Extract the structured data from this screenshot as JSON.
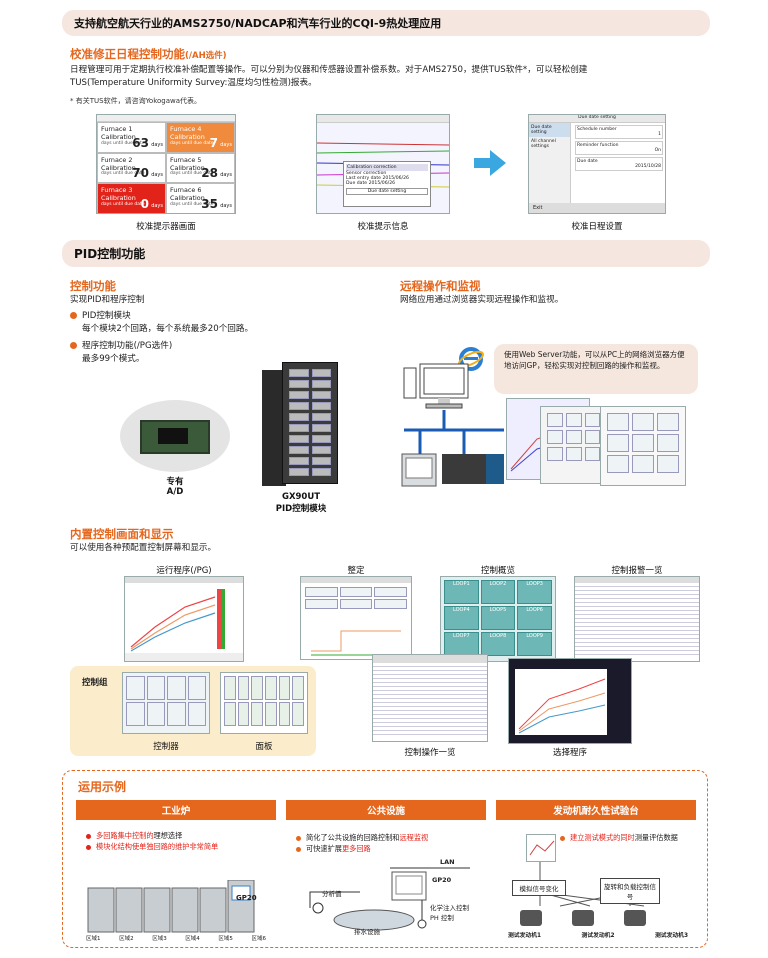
{
  "header_bar": "支持航空航天行业的AMS2750/NADCAP和汽车行业的CQI-9热处理应用",
  "calibration": {
    "title": "校准修正日程控制功能",
    "title_suffix": "(/AH选件)",
    "desc1": "日程管理可用于定期执行校准补偿配置等操作。可以分别为仪器和传感器设置补偿系数。对于AMS2750，提供TUS软件*，可以轻松创建",
    "desc2": "TUS(Temperature Uniformity Survey:温度均匀性检测)报表。",
    "footnote": "* 有关TUS软件，请咨询Yokogawa代表。",
    "cells": [
      {
        "label": "Furnace 1 Calibration",
        "value": "63",
        "sub": "days until due date",
        "unit": "days"
      },
      {
        "label": "Furnace 4 Calibration",
        "value": "7",
        "sub": "days until due date",
        "unit": "days"
      },
      {
        "label": "Furnace 2 Calibration",
        "value": "70",
        "sub": "days until due date",
        "unit": "days"
      },
      {
        "label": "Furnace 5 Calibration",
        "value": "28",
        "sub": "days until due date",
        "unit": "days"
      },
      {
        "label": "Furnace 3 Calibration",
        "value": "0",
        "sub": "days until due date",
        "unit": "days"
      },
      {
        "label": "Furnace 6 Calibration",
        "value": "35",
        "sub": "days until due date",
        "unit": "days"
      }
    ],
    "dialog": {
      "title": "Calibration correction",
      "row1": "Sensor correction",
      "row2_label": "Last entry date",
      "row2_value": "2015/06/26",
      "row3_label": "Due date",
      "row3_value": "2015/06/26",
      "button": "Due date setting"
    },
    "settings": {
      "title": "Due date setting",
      "menu1": "Due date setting",
      "menu2": "All channel settings",
      "f1": "Schedule number",
      "f1v": "1",
      "f2": "Reminder function",
      "f2v": "On",
      "f3": "Due date",
      "f3v": "2015/10/28",
      "exit": "Exit"
    },
    "caption1": "校准提示器画面",
    "caption2": "校准提示信息",
    "caption3": "校准日程设置"
  },
  "pid_bar": "PID控制功能",
  "control": {
    "title": "控制功能",
    "desc": "实现PID和程序控制",
    "b1": "PID控制模块",
    "b1d": "每个模块2个回路，每个系统最多20个回路。",
    "b2": "程序控制功能(/PG选件)",
    "b2d": "最多99个模式。",
    "ad_label1": "专有",
    "ad_label2": "A/D",
    "module_label1": "GX90UT",
    "module_label2": "PID控制模块"
  },
  "remote": {
    "title": "远程操作和监视",
    "desc": "网络应用通过浏览器实现远程操作和监视。",
    "bubble": "使用Web Server功能，可以从PC上的网络浏览器方便地访问GP，轻松实现对控制回路的操作和监视。"
  },
  "builtin": {
    "title": "内置控制画面和显示",
    "desc": "可以使用各种预配置控制屏幕和显示。",
    "s1": "运行程序(/PG)",
    "s2": "整定",
    "s3": "控制概览",
    "s4": "控制报警一览",
    "group": "控制组",
    "s5": "控制器",
    "s6": "面板",
    "s7": "控制操作一览",
    "s8": "选择程序",
    "loops": [
      "LOOP1",
      "LOOP2",
      "LOOP3",
      "LOOP4",
      "LOOP5",
      "LOOP6",
      "LOOP7",
      "LOOP8",
      "LOOP9"
    ]
  },
  "examples": {
    "title": "运用示例",
    "tabs": [
      "工业炉",
      "公共设施",
      "发动机耐久性试验台"
    ],
    "c1": [
      {
        "pre": "多回路集中控制的",
        "hl": "",
        "post": "理想选择",
        "pre_red": true
      },
      {
        "pre": "模块化结构使",
        "hl": "单独回路的维护非常简单",
        "post": "",
        "pre_red": true
      }
    ],
    "c1_gp": "GP20",
    "zones": [
      "区域1",
      "区域2",
      "区域3",
      "区域4",
      "区域5",
      "区域6"
    ],
    "c2": [
      {
        "pre": "简化了公共设施的回路控制和",
        "hl": "远程监视",
        "post": ""
      },
      {
        "pre": "可快速扩展",
        "hl": "更多回路",
        "post": ""
      }
    ],
    "c2_lan": "LAN",
    "c2_gp": "GP20",
    "c2_analysis": "分析值",
    "c2_chem1": "化学注入控制",
    "c2_chem2": "PH 控制",
    "c2_drain": "排水设施",
    "c3": [
      {
        "pre": "",
        "hl": "建立测试模式的同时",
        "post": "测量评估数据"
      }
    ],
    "c3_box1": "模拟信号变化",
    "c3_box2": "旋转和负载控制信号",
    "engines": [
      "测试发动机1",
      "测试发动机2",
      "测试发动机3"
    ]
  }
}
